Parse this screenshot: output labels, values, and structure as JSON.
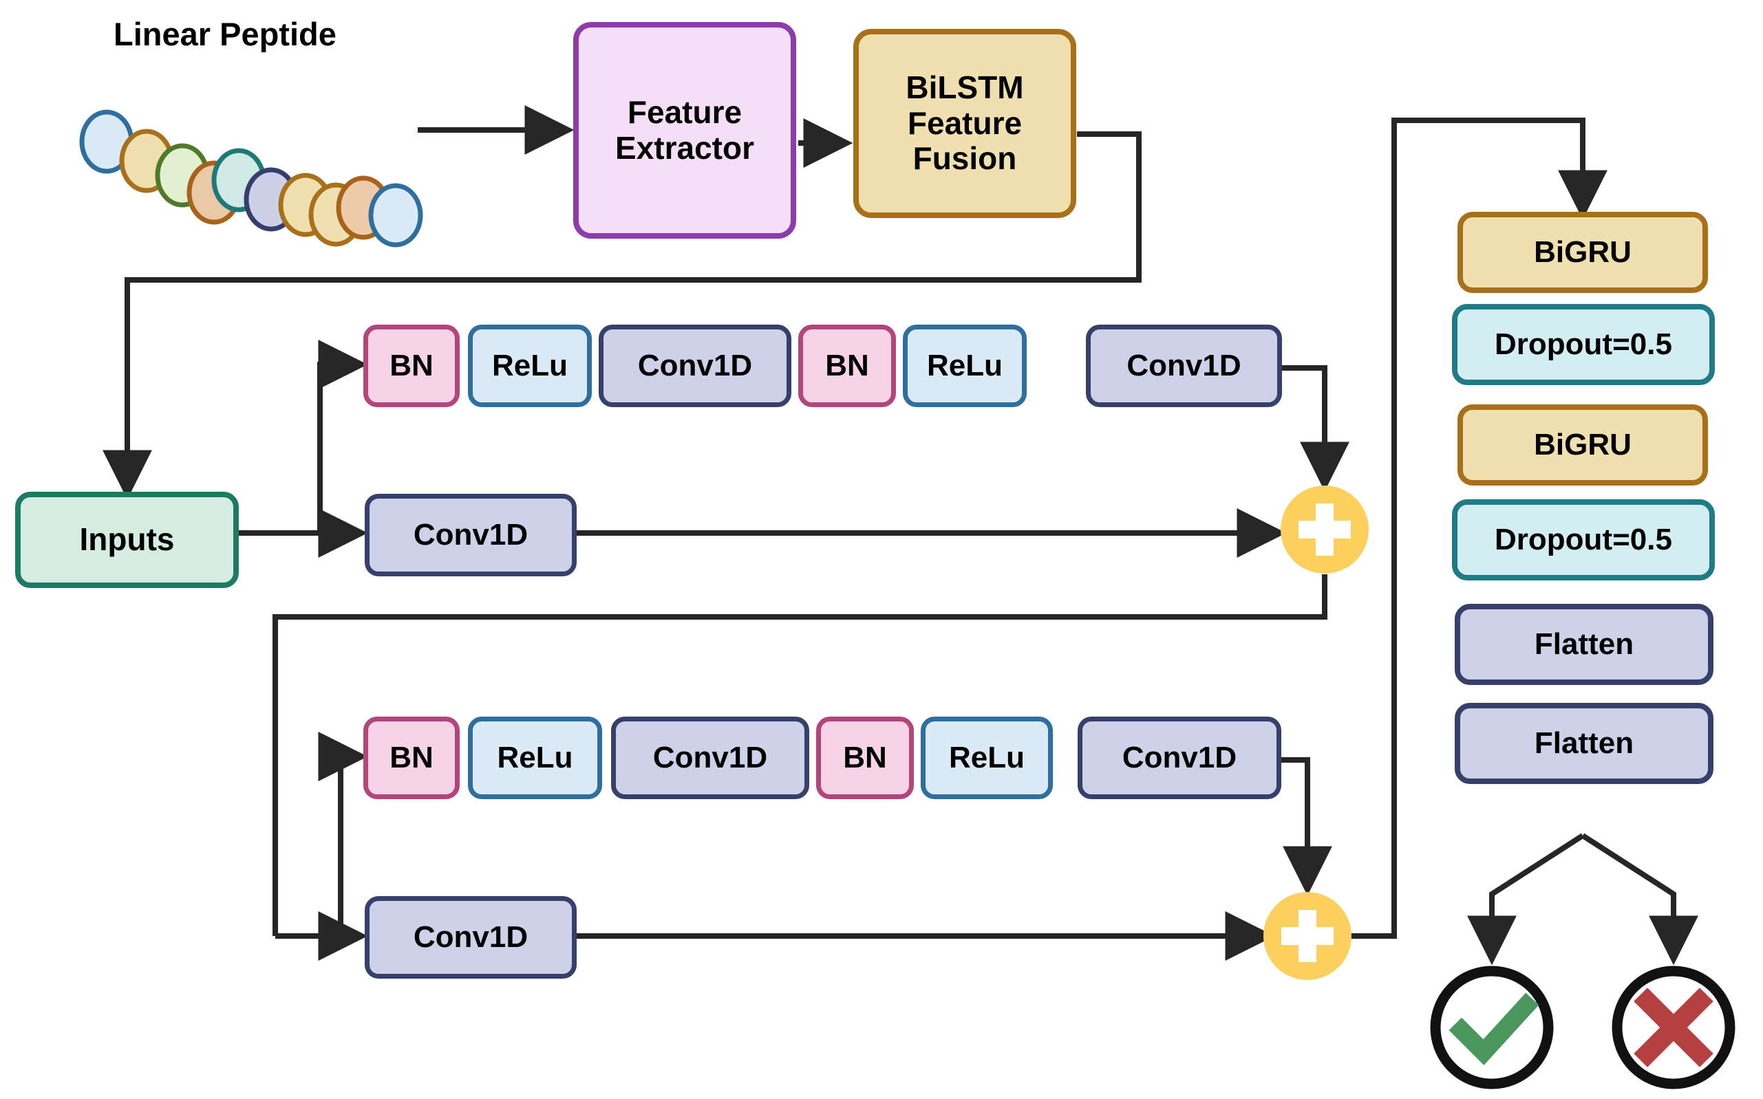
{
  "figure": {
    "title_label": "Linear Peptide",
    "plus_symbol": "+",
    "check_symbol": "check",
    "cross_symbol": "cross"
  },
  "colors": {
    "pink_fill": "#f7d3e6",
    "pink_stroke": "#b4457c",
    "lightblue_fill": "#dbeaf7",
    "lightblue_stroke": "#2f6f9f",
    "periwinkle_fill": "#ced2e8",
    "periwinkle_stroke": "#36406b",
    "tan_fill": "#f0e0b0",
    "tan_stroke": "#a8701a",
    "cyan_fill": "#d2eef2",
    "cyan_stroke": "#1f7b86",
    "mint_fill": "#d4ece2",
    "mint_stroke": "#1d7a63",
    "violet_fill": "#f5dff7",
    "violet_stroke": "#8c3cab",
    "yellow_fill": "#fbd05f",
    "check_green": "#49975d",
    "cross_red": "#b54040",
    "line_black": "#262626"
  },
  "peptide_chain": [
    {
      "fill": "#dbeaf7",
      "stroke": "#2f6f9f"
    },
    {
      "fill": "#f0e0b0",
      "stroke": "#a8701a"
    },
    {
      "fill": "#e1f0d0",
      "stroke": "#4f7a2a"
    },
    {
      "fill": "#e9c9a7",
      "stroke": "#a8621a"
    },
    {
      "fill": "#cfeae4",
      "stroke": "#1d7a76"
    },
    {
      "fill": "#cdd1e8",
      "stroke": "#343f6e"
    },
    {
      "fill": "#f0e0b0",
      "stroke": "#a8701a"
    },
    {
      "fill": "#f0e0b0",
      "stroke": "#a8701a"
    },
    {
      "fill": "#edccab",
      "stroke": "#a8621a"
    },
    {
      "fill": "#dbeaf7",
      "stroke": "#2f6f9f"
    }
  ],
  "top_pipeline": {
    "feature_extractor": "Feature\nExtractor",
    "feature_extractor_line1": "Feature",
    "feature_extractor_line2": "Extractor",
    "bilstm_line1": "BiLSTM",
    "bilstm_line2": "Feature",
    "bilstm_line3": "Fusion"
  },
  "inputs_block": {
    "label": "Inputs"
  },
  "residual_block_1": {
    "main_path": [
      "BN",
      "ReLu",
      "Conv1D",
      "BN",
      "ReLu",
      "Conv1D"
    ],
    "shortcut": "Conv1D",
    "merge": "+"
  },
  "residual_block_2": {
    "main_path": [
      "BN",
      "ReLu",
      "Conv1D",
      "BN",
      "ReLu",
      "Conv1D"
    ],
    "shortcut": "Conv1D",
    "merge": "+"
  },
  "right_column": [
    {
      "label": "BiGRU",
      "style": "tan"
    },
    {
      "label": "Dropout=0.5",
      "style": "cyan"
    },
    {
      "label": "BiGRU",
      "style": "tan"
    },
    {
      "label": "Dropout=0.5",
      "style": "cyan"
    },
    {
      "label": "Flatten",
      "style": "periwinkle"
    },
    {
      "label": "Flatten",
      "style": "periwinkle"
    }
  ],
  "outputs": [
    {
      "name": "positive-result",
      "icon": "check-icon"
    },
    {
      "name": "negative-result",
      "icon": "cross-icon"
    }
  ]
}
